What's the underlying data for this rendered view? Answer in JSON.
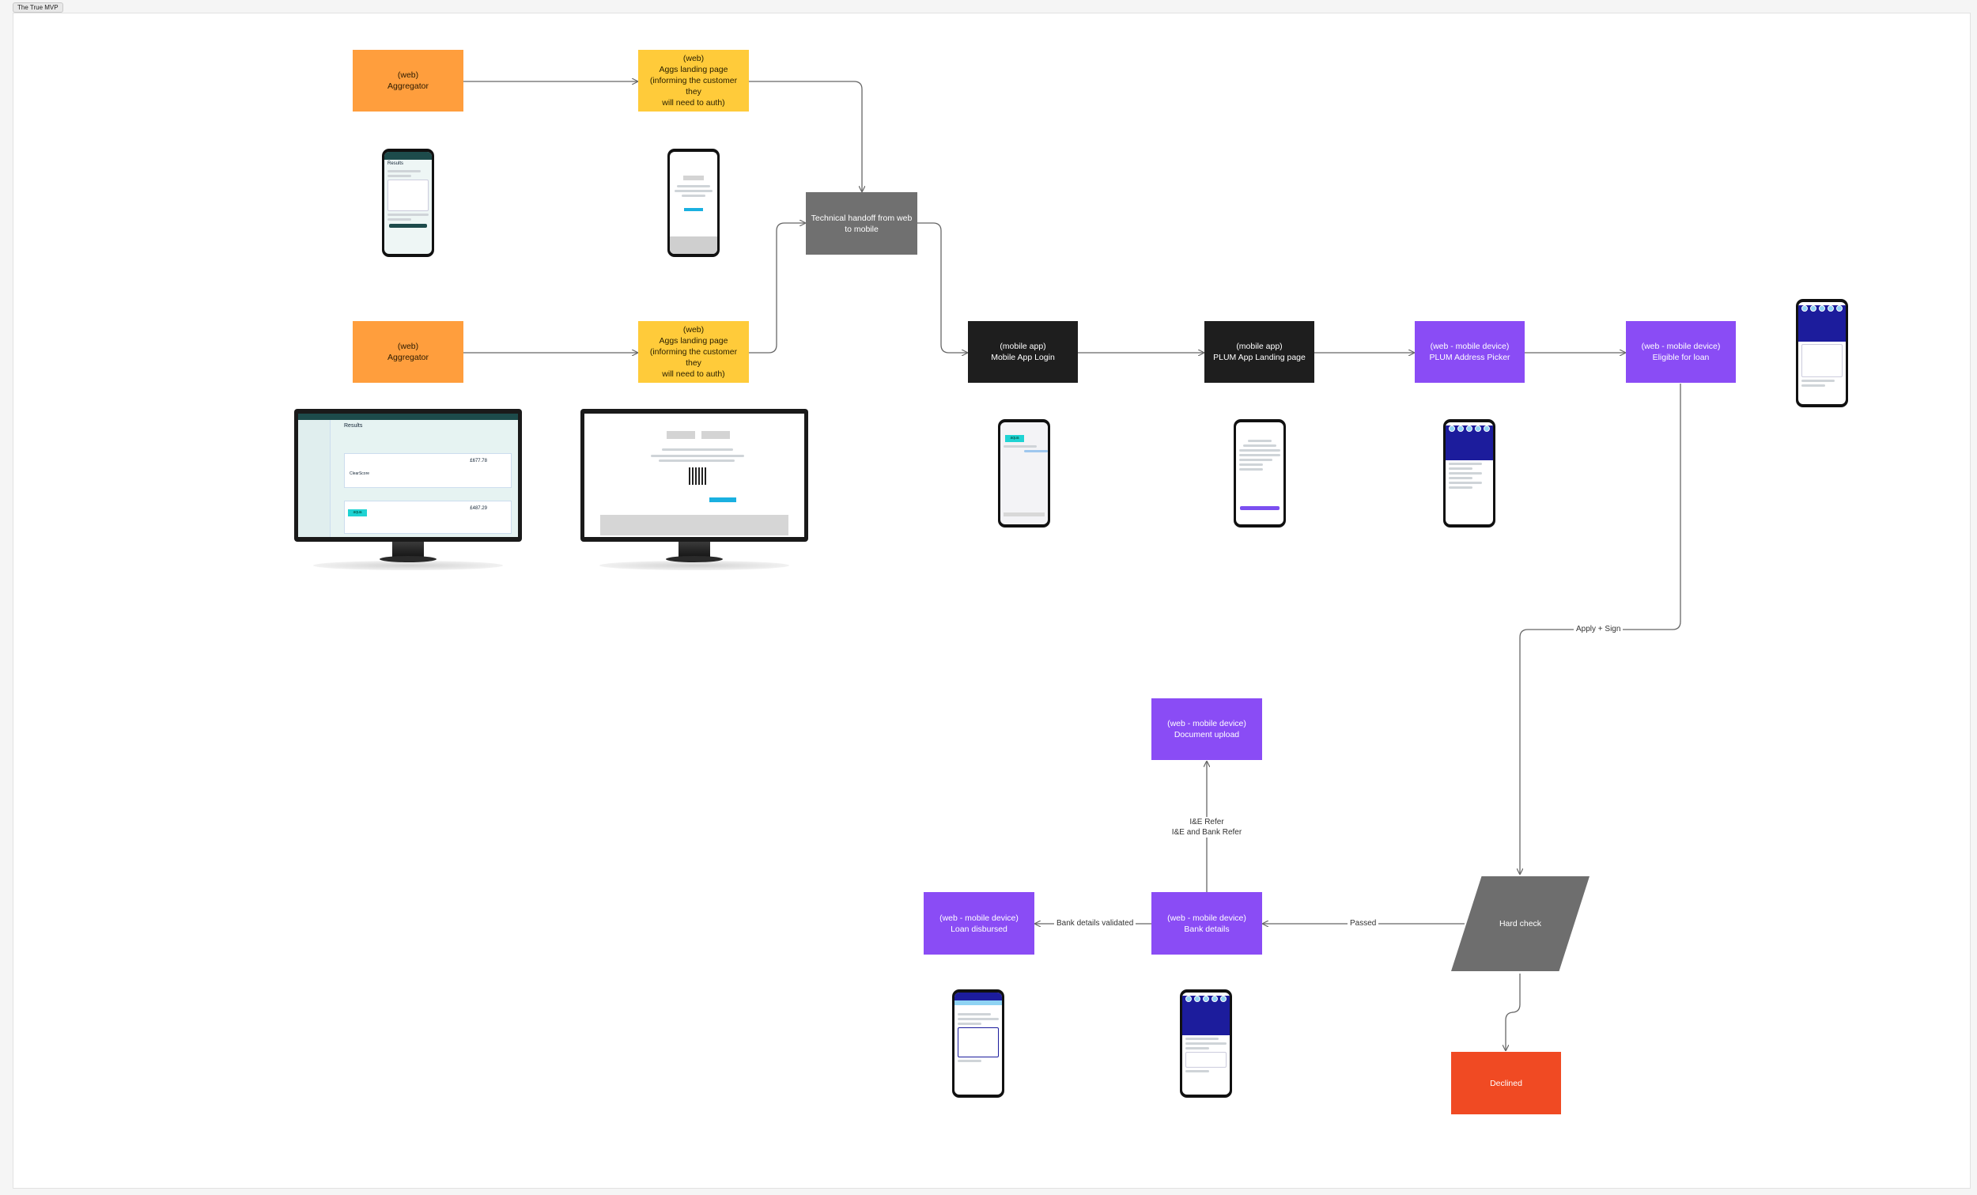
{
  "frame": {
    "title": "The True MVP"
  },
  "nodes": {
    "aggregator_1": {
      "line1": "(web)",
      "line2": "Aggregator"
    },
    "aggs_landing_1": {
      "line1": "(web)",
      "line2": "Aggs landing page",
      "line3": "(informing the customer they",
      "line4": "will need to auth)"
    },
    "handoff": {
      "line1": "Technical handoff from web",
      "line2": "to mobile"
    },
    "aggregator_2": {
      "line1": "(web)",
      "line2": "Aggregator"
    },
    "aggs_landing_2": {
      "line1": "(web)",
      "line2": "Aggs landing page",
      "line3": "(informing the customer they",
      "line4": "will need to auth)"
    },
    "mobile_login": {
      "line1": "(mobile app)",
      "line2": "Mobile App Login"
    },
    "plum_landing": {
      "line1": "(mobile app)",
      "line2": "PLUM App Landing page"
    },
    "address_picker": {
      "line1": "(web - mobile device)",
      "line2": "PLUM Address Picker"
    },
    "eligible": {
      "line1": "(web - mobile device)",
      "line2": "Eligible for loan"
    },
    "document_upload": {
      "line1": "(web - mobile device)",
      "line2": "Document upload"
    },
    "bank_details": {
      "line1": "(web - mobile device)",
      "line2": "Bank details"
    },
    "loan_disbursed": {
      "line1": "(web - mobile device)",
      "line2": "Loan disbursed"
    },
    "hard_check": {
      "label": "Hard check"
    },
    "declined": {
      "label": "Declined"
    }
  },
  "edge_labels": {
    "apply_sign": "Apply + Sign",
    "passed": "Passed",
    "bank_validated": "Bank details validated",
    "refer_line1": "I&E Refer",
    "refer_line2": "I&E and Bank Refer"
  },
  "mockups": {
    "results_title": "Results",
    "brand_name": "ClearScore",
    "aqua_logo": "aqua",
    "monitor_price_1": "£677.78",
    "monitor_price_2": "£487.29"
  },
  "colors": {
    "orange": "#ff9e3d",
    "yellow": "#ffcb3a",
    "dark_gray": "#707070",
    "black": "#1e1e1e",
    "purple": "#8a4cf5",
    "red": "#f04a23",
    "connector": "#666666"
  }
}
